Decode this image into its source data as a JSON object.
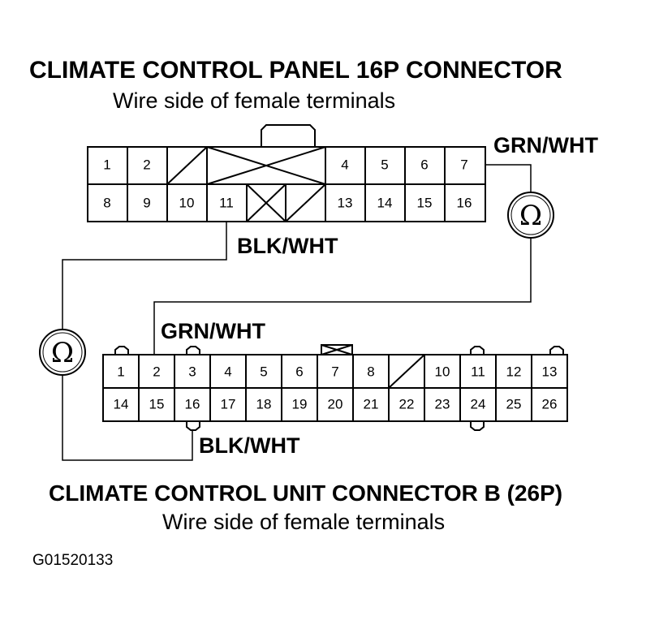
{
  "titles": {
    "panel_connector": "CLIMATE CONTROL PANEL 16P CONNECTOR",
    "panel_subtitle": "Wire side of female terminals",
    "unit_connector": "CLIMATE CONTROL UNIT CONNECTOR B (26P)",
    "unit_subtitle": "Wire side of female terminals"
  },
  "wires": {
    "panel_grn": "GRN/WHT",
    "panel_blk": "BLK/WHT",
    "unit_grn": "GRN/WHT",
    "unit_blk": "BLK/WHT"
  },
  "ohmmeter_symbol": "Ω",
  "figure_id": "G01520133",
  "panel_pins": {
    "top": [
      "1",
      "2",
      "",
      "",
      "",
      "4",
      "5",
      "6",
      "7"
    ],
    "bottom": [
      "8",
      "9",
      "10",
      "11",
      "",
      "",
      "13",
      "14",
      "15",
      "16"
    ]
  },
  "unit_pins": {
    "top": [
      "1",
      "2",
      "3",
      "4",
      "5",
      "6",
      "7",
      "8",
      "",
      "10",
      "11",
      "12",
      "13"
    ],
    "bottom": [
      "14",
      "15",
      "16",
      "17",
      "18",
      "19",
      "20",
      "21",
      "22",
      "23",
      "24",
      "25",
      "26"
    ]
  }
}
